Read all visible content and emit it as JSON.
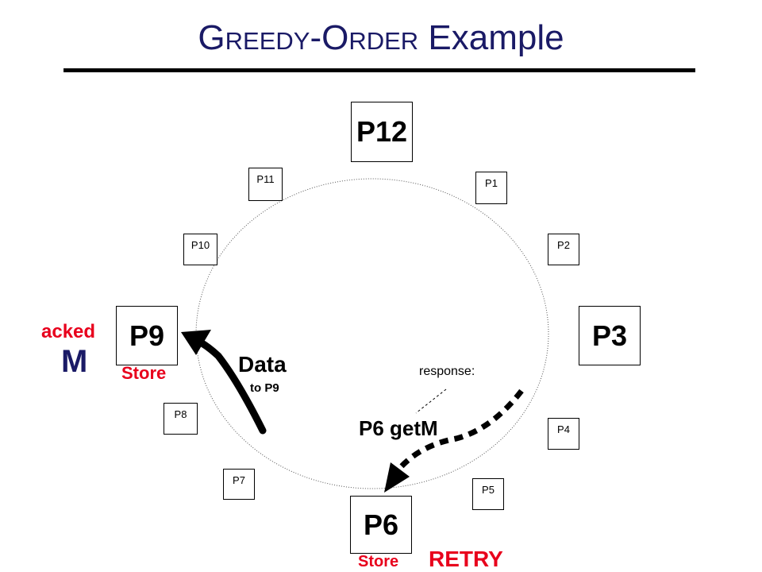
{
  "title": {
    "greedy_initial": "G",
    "greedy_rest": "REEDY",
    "dash": "-",
    "order_initial": "O",
    "order_rest": "RDER",
    "suffix": " Example"
  },
  "nodes": {
    "p12": "P12",
    "p3": "P3",
    "p6": "P6",
    "p9": "P9",
    "p1": "P1",
    "p2": "P2",
    "p4": "P4",
    "p5": "P5",
    "p7": "P7",
    "p8": "P8",
    "p10": "P10",
    "p11": "P11"
  },
  "labels": {
    "acked": "acked",
    "m": "M",
    "p9_store": "Store",
    "data": "Data",
    "to_p9": "to P9",
    "response": "response:",
    "getm": "P6 getM",
    "p6_store": "Store",
    "retry": "RETRY"
  },
  "colors": {
    "title": "#1a1a66",
    "highlight": "#e8001c",
    "ink": "#000000"
  }
}
